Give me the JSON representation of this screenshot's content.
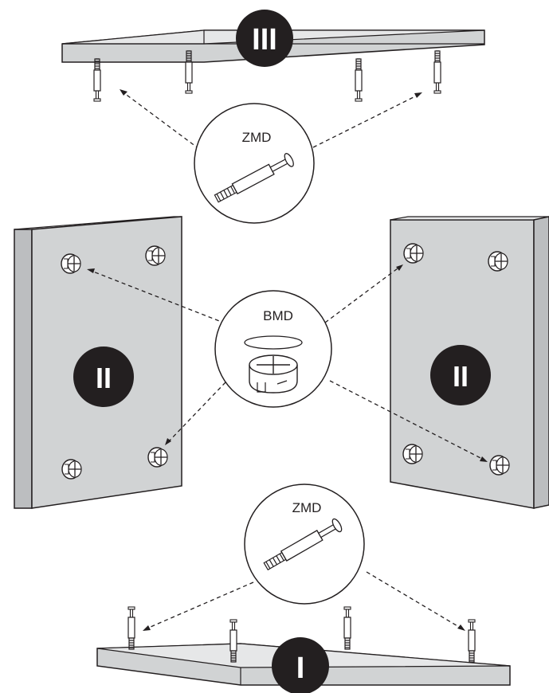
{
  "diagram": {
    "panels": {
      "top": {
        "label": "III"
      },
      "left": {
        "label": "II"
      },
      "right": {
        "label": "II"
      },
      "bottom": {
        "label": "I"
      }
    },
    "callouts": {
      "top": {
        "label": "ZMD"
      },
      "middle": {
        "label": "BMD"
      },
      "bottom": {
        "label": "ZMD"
      }
    },
    "colors": {
      "panel_face": "#d1d3d4",
      "panel_edge": "#bcbec0",
      "outline": "#231f20",
      "badge": "#231f20",
      "badge_text": "#ffffff",
      "background": "#ffffff"
    }
  }
}
